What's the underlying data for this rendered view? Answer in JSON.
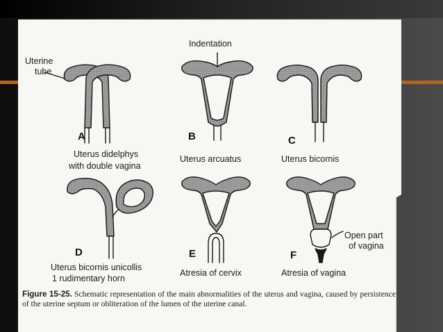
{
  "labels": {
    "uterine_tube_1": "Uterine",
    "uterine_tube_2": "tube",
    "indentation": "Indentation",
    "open_part_1": "Open part",
    "open_part_2": "of vagina"
  },
  "panels": [
    {
      "letter": "A",
      "name_1": "Uterus didelphys",
      "name_2": "with double vagina"
    },
    {
      "letter": "B",
      "name_1": "Uterus arcuatus",
      "name_2": ""
    },
    {
      "letter": "C",
      "name_1": "Uterus bicornis",
      "name_2": ""
    },
    {
      "letter": "D",
      "name_1": "Uterus bicornis unicollis",
      "name_2": "1 rudimentary horn"
    },
    {
      "letter": "E",
      "name_1": "Atresia of cervix",
      "name_2": ""
    },
    {
      "letter": "F",
      "name_1": "Atresia of vagina",
      "name_2": ""
    }
  ],
  "caption": {
    "figure_no": "Figure 15-25.",
    "text": "Schematic representation of the main abnormalities of the uterus and vagina, caused by persistence of the uterine septum or obliteration of the lumen of the uterine canal."
  },
  "colors": {
    "tissue_fill": "#8f8f8f",
    "outline": "#151515",
    "paper": "#f7f7f4",
    "accent_bar": "#b8621a"
  }
}
